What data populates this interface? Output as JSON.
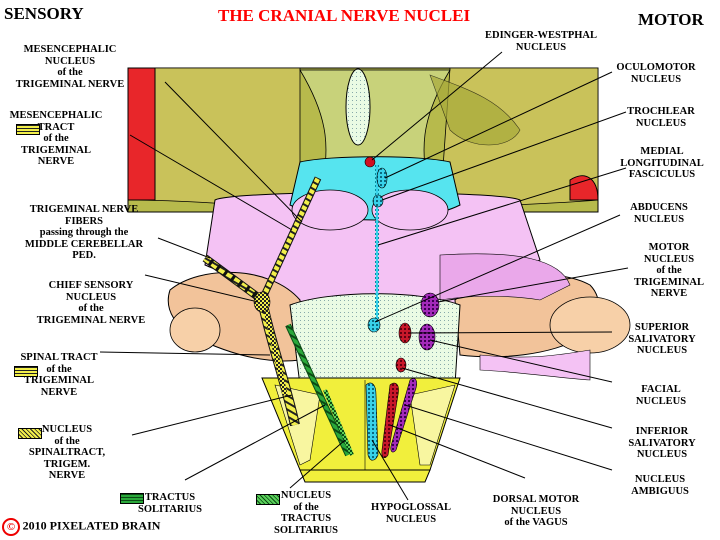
{
  "header": {
    "left": "SENSORY",
    "title": "THE CRANIAL NERVE NUCLEI",
    "right": "MOTOR"
  },
  "labels": {
    "mesencephalic_nucleus": "MESENCEPHALIC\nNUCLEUS\nof the\nTRIGEMINAL NERVE",
    "mesencephalic_tract": "MESENCEPHALIC\nTRACT\nof the\nTRIGEMINAL\nNERVE",
    "trigeminal_fibers": "TRIGEMINAL NERVE\nFIBERS\npassing through the\nMIDDLE CEREBELLAR\nPED.",
    "chief_sensory": "CHIEF SENSORY\nNUCLEUS\nof the\nTRIGEMINAL NERVE",
    "spinal_tract": "SPINAL TRACT\nof the\nTRIGEMINAL\nNERVE",
    "nucleus_spinal_tract": "NUCLEUS\nof the\nSPINALTRACT,\nTRIGEM.\nNERVE",
    "tractus_solitarius": "TRACTUS\nSOLITARIUS",
    "nucleus_tractus_solitarius": "NUCLEUS\nof the\nTRACTUS\nSOLITARIUS",
    "hypoglossal": "HYPOGLOSSAL\nNUCLEUS",
    "dorsal_motor_vagus": "DORSAL MOTOR\nNUCLEUS\nof the VAGUS",
    "nucleus_ambiguus": "NUCLEUS\nAMBIGUUS",
    "inferior_salivatory": "INFERIOR\nSALIVATORY\nNUCLEUS",
    "facial": "FACIAL\nNUCLEUS",
    "superior_salivatory": "SUPERIOR\nSALIVATORY\nNUCLEUS",
    "motor_trigeminal": "MOTOR\nNUCLEUS\nof the\nTRIGEMINAL\nNERVE",
    "abducens": "ABDUCENS\nNUCLEUS",
    "medial_longitudinal": "MEDIAL\nLONGITUDINAL\nFASCICULUS",
    "trochlear": "TROCHLEAR\nNUCLEUS",
    "oculomotor": "OCULOMOTOR\nNUCLEUS",
    "edinger_westphal": "EDINGER-WESTPHAL\nNUCLEUS"
  },
  "footer": {
    "copyright_symbol": "©",
    "copyright_text": "2010  PIXELATED BRAIN"
  },
  "colors": {
    "midbrain": "#b5b84a",
    "tegmentum": "#c8d070",
    "pons_blue": "#55e6f0",
    "pons_pink": "#f4c2f4",
    "cerebellar_peduncle": "#f2c39a",
    "medulla_pale": "#e8f7dd",
    "medulla_yellow": "#f0f03a",
    "red_nucleus": "#e5262a",
    "motor_purple": "#8e1ea0",
    "cyan_column": "#2ec6de",
    "green_tract": "#1a9a32"
  }
}
